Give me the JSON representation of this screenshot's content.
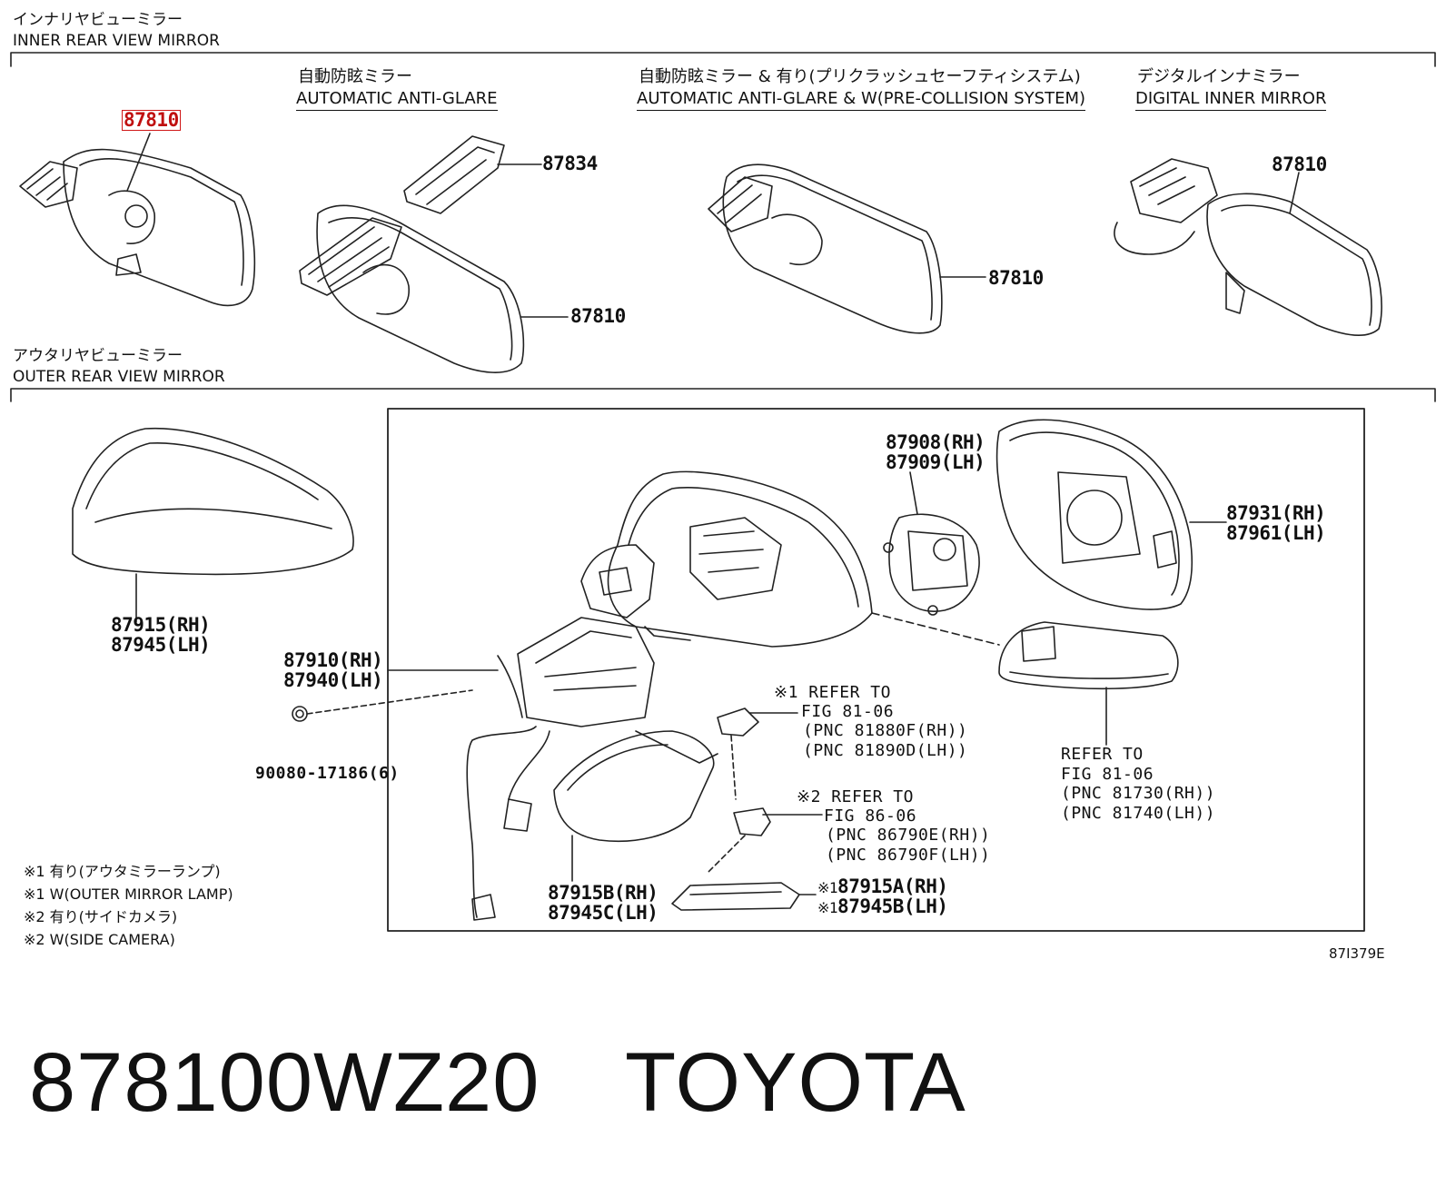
{
  "sections": {
    "inner": {
      "title_jp": "インナリヤビューミラー",
      "title_en": "INNER REAR VIEW MIRROR"
    },
    "outer": {
      "title_jp": "アウタリヤビューミラー",
      "title_en": "OUTER REAR VIEW MIRROR"
    }
  },
  "variants": [
    {
      "jp": "自動防眩ミラー",
      "en": "AUTOMATIC ANTI-GLARE"
    },
    {
      "jp": "自動防眩ミラー & 有り(プリクラッシュセーフティシステム)",
      "en": "AUTOMATIC ANTI-GLARE & W(PRE-COLLISION SYSTEM)"
    },
    {
      "jp": "デジタルインナミラー",
      "en": "DIGITAL INNER MIRROR"
    }
  ],
  "inner_parts": {
    "highlighted": "87810",
    "bracket_cover": "87834",
    "mirror_b": "87810",
    "mirror_c": "87810",
    "mirror_d": "87810"
  },
  "outer_parts": {
    "cover_rh": "87915(RH)",
    "cover_lh": "87945(LH)",
    "assy_rh": "87910(RH)",
    "assy_lh": "87940(LH)",
    "screw": "90080-17186(6)",
    "actuator_rh": "87908(RH)",
    "actuator_lh": "87909(LH)",
    "glass_rh": "87931(RH)",
    "glass_lh": "87961(LH)",
    "lower_cover_rh": "87915B(RH)",
    "lower_cover_lh": "87945C(LH)",
    "lamp_rh": "87915A(RH)",
    "lamp_lh": "87945B(LH)",
    "lamp_mark_1": "※1",
    "lamp_mark_2": "※1"
  },
  "refs": {
    "lamp": {
      "mark": "※1",
      "line1": "REFER TO",
      "line2": "FIG 81-06",
      "line3": "(PNC 81880F(RH))",
      "line4": "(PNC 81890D(LH))"
    },
    "camera": {
      "mark": "※2",
      "line1": "REFER TO",
      "line2": "FIG 86-06",
      "line3": "(PNC 86790E(RH))",
      "line4": "(PNC 86790F(LH))"
    },
    "turn": {
      "line1": "REFER TO",
      "line2": "FIG 81-06",
      "line3": "(PNC 81730(RH))",
      "line4": "(PNC 81740(LH))"
    }
  },
  "notes": [
    "※1 有り(アウタミラーランプ)",
    "※1 W(OUTER MIRROR LAMP)",
    "※2 有り(サイドカメラ)",
    "※2 W(SIDE CAMERA)"
  ],
  "figure_code": "87I379E",
  "caption": {
    "part_number": "878100WZ20",
    "brand": "TOYOTA"
  }
}
